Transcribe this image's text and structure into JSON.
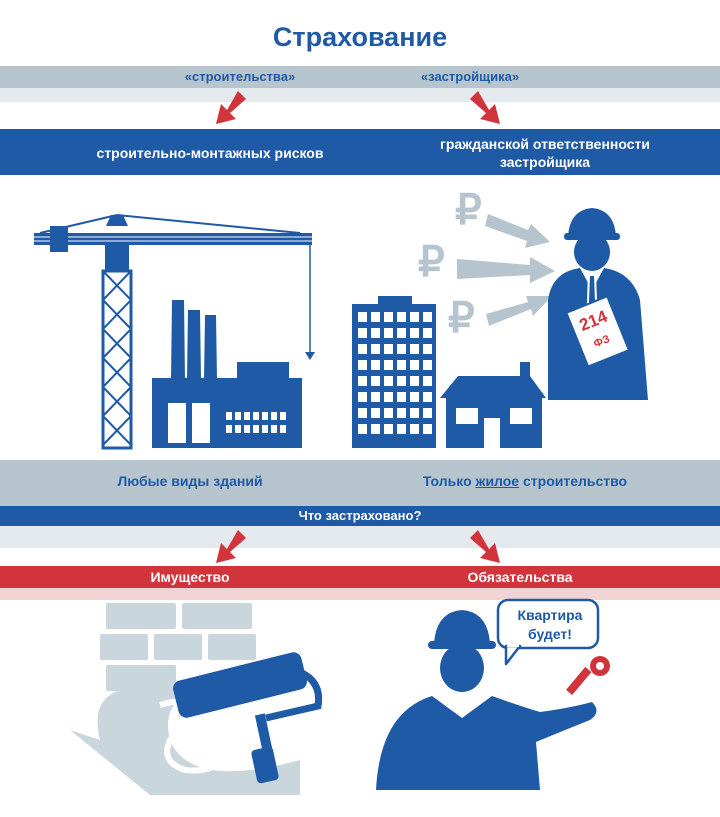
{
  "title": "Страхование",
  "labels": {
    "construction_q": "«строительства»",
    "developer_q": "«застройщика»",
    "risks": "строительно-монтажных рисков",
    "liability": "гражданской ответственности застройщика",
    "any_buildings": "Любые виды зданий",
    "only_prefix": "Только ",
    "only_emph": "жилое",
    "only_suffix": " строительство",
    "what_insured": "Что застраховано?",
    "property": "Имущество",
    "obligations": "Обязательства"
  },
  "document": {
    "number": "214",
    "abbr": "ФЗ"
  },
  "bubble": {
    "line1": "Квартира",
    "line2": "будет!"
  },
  "currency_symbol": "₽",
  "colors": {
    "blue": "#1f5aa6",
    "red": "#d2343b",
    "gray": "#b6c5cd",
    "light_gray": "#e3e9ec"
  }
}
